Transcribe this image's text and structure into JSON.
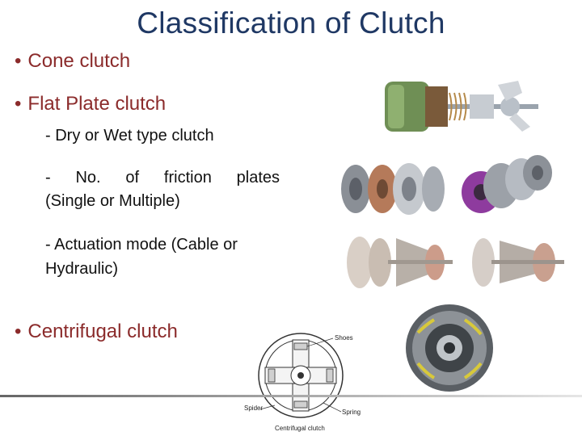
{
  "slide": {
    "title": "Classification of Clutch",
    "bullets": {
      "cone": "Cone clutch",
      "flat_plate": "Flat Plate clutch",
      "centrifugal": "Centrifugal clutch",
      "bullet_char": "•"
    },
    "sub_items": {
      "dry_wet": "- Dry or Wet type clutch",
      "friction_line1": "- No.  of  friction  plates",
      "friction_line2": "(Single or Multiple)",
      "actuation_line1": "- Actuation mode (Cable or",
      "actuation_line2": "Hydraulic)"
    },
    "diagram": {
      "labels": {
        "shoes": "Shoes",
        "spider": "Spider",
        "spring": "Spring",
        "caption": "Centrifugal clutch"
      }
    },
    "colors": {
      "title": "#1f3864",
      "bullet": "#8b2b2b",
      "sub_text": "#111111"
    }
  }
}
